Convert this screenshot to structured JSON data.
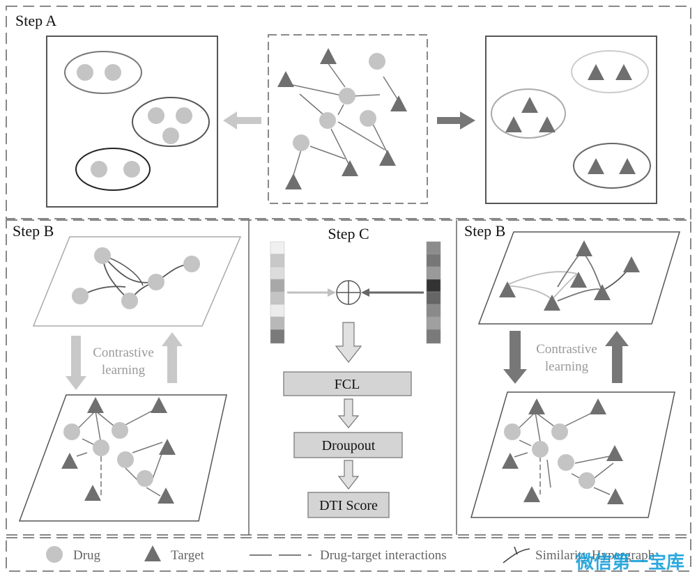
{
  "step_a": {
    "label": "Step A"
  },
  "step_b_left": {
    "label": "Step B",
    "contrast_line1": "Contrastive",
    "contrast_line2": "learning"
  },
  "step_c": {
    "label": "Step C",
    "fcl": "FCL",
    "dropout": "Droupout",
    "score": "DTI Score"
  },
  "step_b_right": {
    "label": "Step B",
    "contrast_line1": "Contrastive",
    "contrast_line2": "learning"
  },
  "legend": {
    "drug": "Drug",
    "target": "Target",
    "interactions": "Drug-target interactions",
    "hypergraph": "Similarity Hypergraph"
  },
  "watermark": "微信第一宝库",
  "colors": {
    "node": "#c4c4c4",
    "target": "#6f6f6f",
    "edge": "#7a7a7a",
    "dash": "#888888"
  }
}
